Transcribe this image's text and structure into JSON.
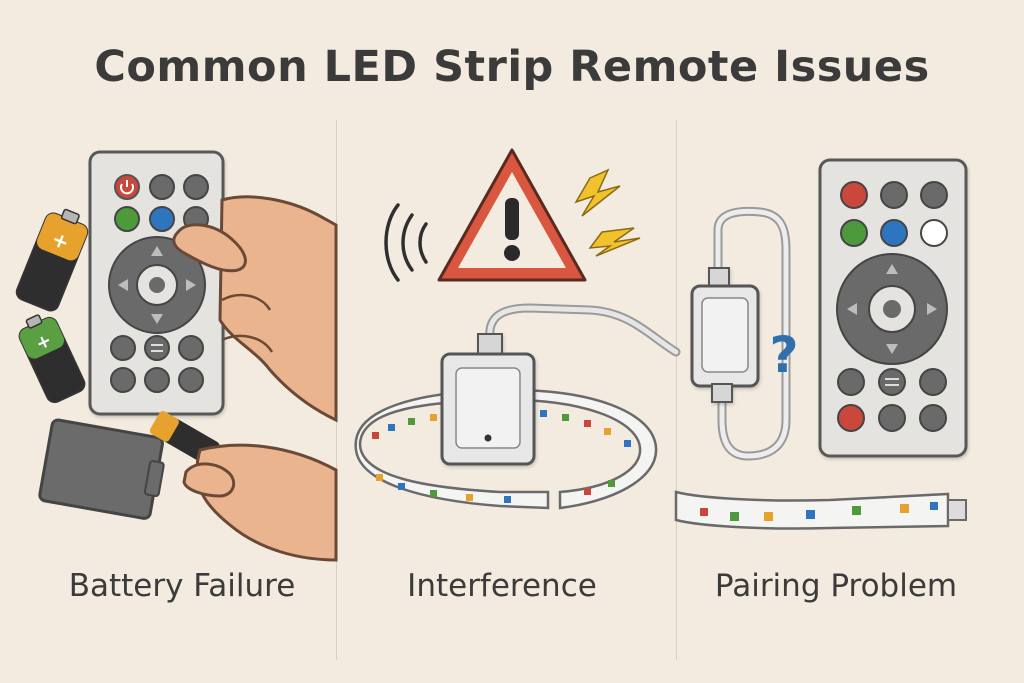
{
  "title": "Common LED Strip Remote Issues",
  "panels": [
    {
      "caption": "Battery Failure"
    },
    {
      "caption": "Interference"
    },
    {
      "caption": "Pairing Problem"
    }
  ],
  "colors": {
    "background": "#f3ebdf",
    "warning_red": "#d9573f",
    "led_red": "#c9463a",
    "led_green": "#4e9a3d",
    "led_blue": "#2f74c0",
    "battery_yellow": "#e6a22c",
    "battery_green": "#5aa043",
    "skin": "#eab48f"
  },
  "icons": {
    "power": "power-icon",
    "warning": "warning-triangle-icon",
    "lightning": "lightning-icon",
    "signal": "signal-waves-icon",
    "question": "question-mark-icon"
  },
  "labels": {
    "battery_plus": "+",
    "question_mark": "?"
  }
}
